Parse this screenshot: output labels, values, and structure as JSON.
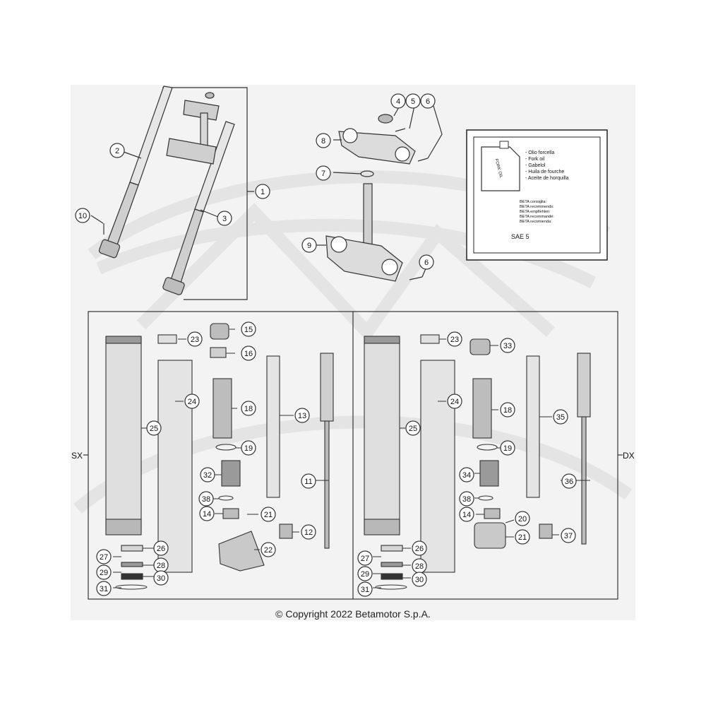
{
  "callouts": [
    {
      "id": "c1",
      "num": "1"
    },
    {
      "id": "c2",
      "num": "2"
    },
    {
      "id": "c3",
      "num": "3"
    },
    {
      "id": "c10",
      "num": "10"
    },
    {
      "id": "c4",
      "num": "4"
    },
    {
      "id": "c5",
      "num": "5"
    },
    {
      "id": "c6a",
      "num": "6"
    },
    {
      "id": "c6b",
      "num": "6"
    },
    {
      "id": "c7",
      "num": "7"
    },
    {
      "id": "c8",
      "num": "8"
    },
    {
      "id": "c9",
      "num": "9"
    },
    {
      "id": "l23",
      "num": "23"
    },
    {
      "id": "l15",
      "num": "15"
    },
    {
      "id": "l16",
      "num": "16"
    },
    {
      "id": "l24",
      "num": "24"
    },
    {
      "id": "l18",
      "num": "18"
    },
    {
      "id": "l25",
      "num": "25"
    },
    {
      "id": "l13",
      "num": "13"
    },
    {
      "id": "l19",
      "num": "19"
    },
    {
      "id": "l32",
      "num": "32"
    },
    {
      "id": "l11",
      "num": "11"
    },
    {
      "id": "l38",
      "num": "38"
    },
    {
      "id": "l14",
      "num": "14"
    },
    {
      "id": "l21",
      "num": "21"
    },
    {
      "id": "l12",
      "num": "12"
    },
    {
      "id": "l26",
      "num": "26"
    },
    {
      "id": "l27",
      "num": "27"
    },
    {
      "id": "l22",
      "num": "22"
    },
    {
      "id": "l28",
      "num": "28"
    },
    {
      "id": "l29",
      "num": "29"
    },
    {
      "id": "l30",
      "num": "30"
    },
    {
      "id": "l31",
      "num": "31"
    },
    {
      "id": "r23",
      "num": "23"
    },
    {
      "id": "r33",
      "num": "33"
    },
    {
      "id": "r24",
      "num": "24"
    },
    {
      "id": "r18",
      "num": "18"
    },
    {
      "id": "r35",
      "num": "35"
    },
    {
      "id": "r25",
      "num": "25"
    },
    {
      "id": "r19",
      "num": "19"
    },
    {
      "id": "r34",
      "num": "34"
    },
    {
      "id": "r36",
      "num": "36"
    },
    {
      "id": "r38",
      "num": "38"
    },
    {
      "id": "r14",
      "num": "14"
    },
    {
      "id": "r20",
      "num": "20"
    },
    {
      "id": "r21",
      "num": "21"
    },
    {
      "id": "r37",
      "num": "37"
    },
    {
      "id": "r26",
      "num": "26"
    },
    {
      "id": "r27",
      "num": "27"
    },
    {
      "id": "r28",
      "num": "28"
    },
    {
      "id": "r29",
      "num": "29"
    },
    {
      "id": "r30",
      "num": "30"
    },
    {
      "id": "r31",
      "num": "31"
    }
  ],
  "side_labels": {
    "left": "SX",
    "right": "DX"
  },
  "oil_box": {
    "translations": [
      "- Olio forcella",
      "- Fork oil",
      "- Gabelol",
      "- Huila de fourche",
      "- Aceite de horquilla"
    ],
    "can_label": "FORK OIL",
    "recommend": [
      "BETA consiglia:",
      "BETA recommends:",
      "BETA empfiehlen:",
      "BETA recommandé:",
      "BETA recomienda:"
    ],
    "grade": "SAE 5"
  },
  "copyright": "© Copyright 2022 Betamotor S.p.A.",
  "colors": {
    "line": "#333333",
    "panel": "#f2f2f2",
    "watermark": "#e3e3e3",
    "part": "#dcdcdc",
    "part_dark": "#8a8a8a"
  }
}
